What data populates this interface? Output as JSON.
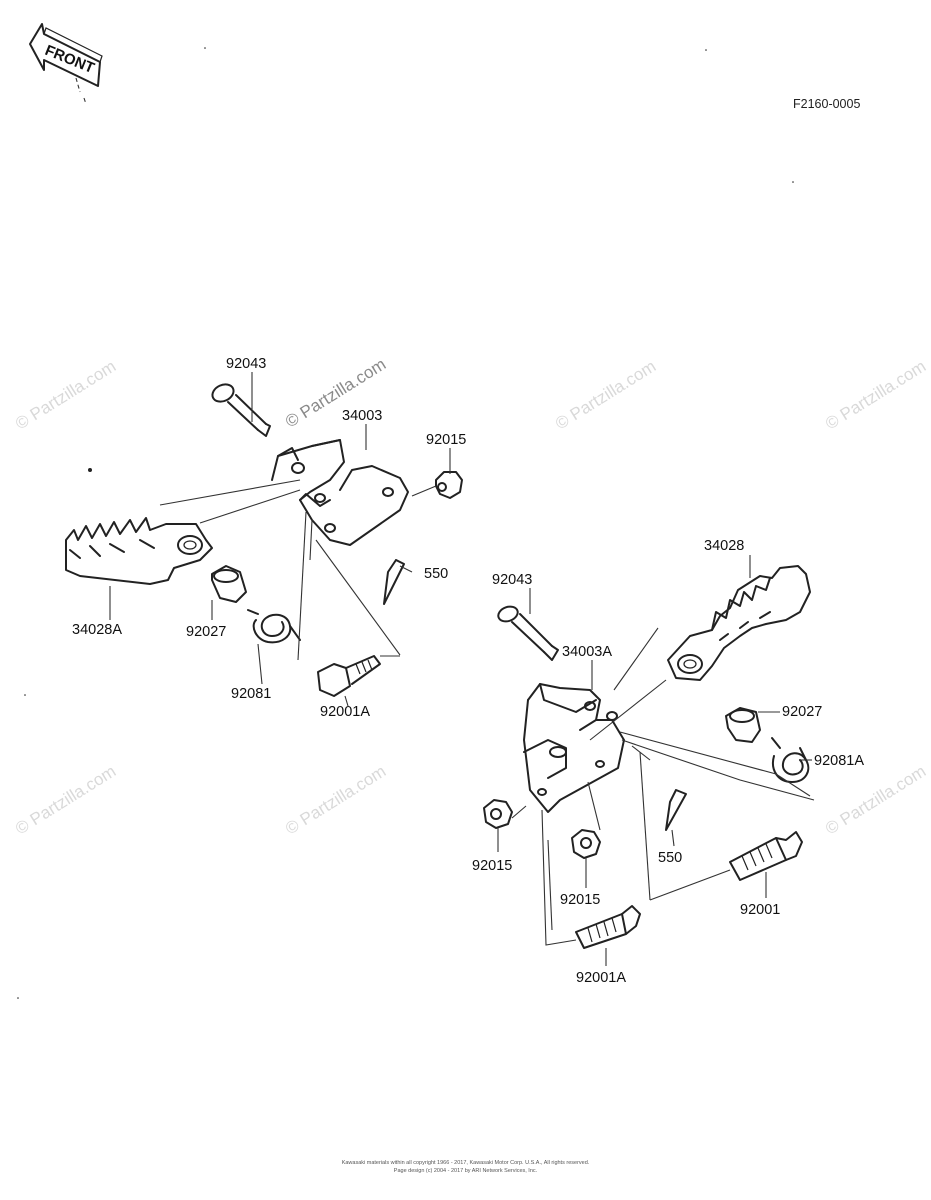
{
  "figure_code": "F2160-0005",
  "front_label": "FRONT",
  "watermark": "© Partzilla.com",
  "labels": {
    "l_92043_left": "92043",
    "l_34003": "34003",
    "l_92015_left": "92015",
    "l_34028A": "34028A",
    "l_92027_left": "92027",
    "l_550_left": "550",
    "l_92081": "92081",
    "l_92001A_left": "92001A",
    "l_92043_right": "92043",
    "l_34028": "34028",
    "l_34003A": "34003A",
    "l_92027_right": "92027",
    "l_92081A": "92081A",
    "l_92015_right1": "92015",
    "l_550_right": "550",
    "l_92015_right2": "92015",
    "l_92001": "92001",
    "l_92001A_right": "92001A"
  },
  "copyright": {
    "line1": "Kawasaki materials within all copyright 1966 - 2017, Kawasaki Motor Corp. U.S.A., All rights reserved.",
    "line2": "Page design (c) 2004 - 2017 by ARI Network Services, Inc."
  }
}
